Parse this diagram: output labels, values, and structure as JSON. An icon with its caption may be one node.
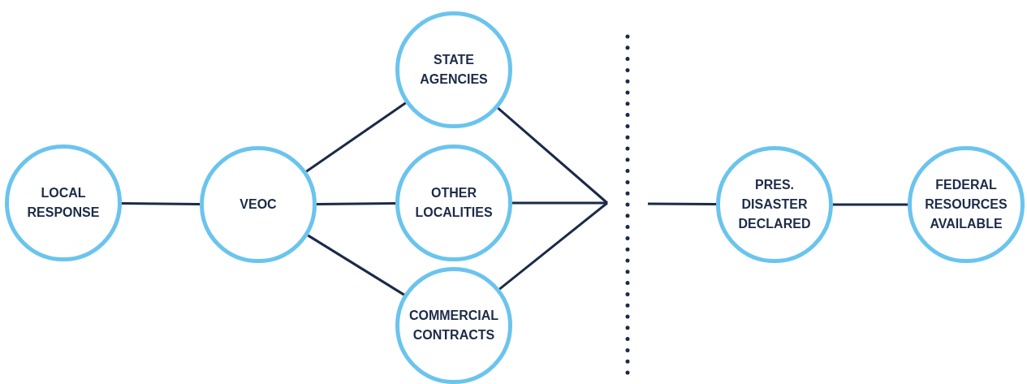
{
  "diagram": {
    "nodes": [
      {
        "text": [
          "LOCAL RESPONSE"
        ]
      },
      {
        "text": [
          "VEOC"
        ]
      },
      {
        "text": [
          "STATE AGENCIES"
        ]
      },
      {
        "text": [
          "OTHER LOCALITIES"
        ]
      },
      {
        "text": [
          "COMMERCIAL CONTRACTS"
        ]
      },
      {
        "text": [
          "PRES. DISASTER DECLARED"
        ]
      },
      {
        "text": [
          "FEDERAL RESOURCES AVAILABLE"
        ]
      }
    ],
    "edges": [
      {
        "from": 0,
        "to": 1,
        "arrow": "none"
      },
      {
        "from": 1,
        "to": 2,
        "arrow": "none"
      },
      {
        "from": 1,
        "to": 3,
        "arrow": "none"
      },
      {
        "from": 1,
        "to": 4,
        "arrow": "none"
      },
      {
        "from": 2,
        "to": null,
        "arrow": "none"
      },
      {
        "from": 3,
        "to": null,
        "arrow": "none"
      },
      {
        "from": 4,
        "to": null,
        "arrow": "none"
      },
      {
        "from": null,
        "to": 5,
        "arrow": "none"
      },
      {
        "from": 5,
        "to": 6,
        "arrow": "none"
      }
    ]
  }
}
